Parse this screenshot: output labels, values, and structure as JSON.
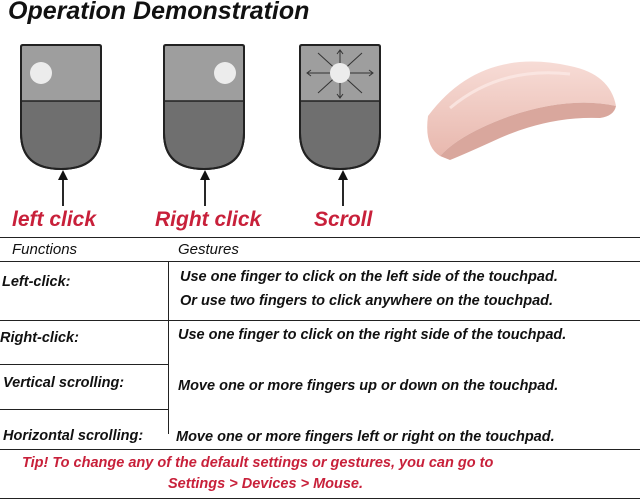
{
  "title": "Operation Demonstration",
  "demos": [
    {
      "caption": "left click"
    },
    {
      "caption": "Right click"
    },
    {
      "caption": "Scroll"
    }
  ],
  "table": {
    "headers": {
      "functions": "Functions",
      "gestures": "Gestures"
    },
    "rows": [
      {
        "function": "Left-click:",
        "gestures": [
          "Use one finger to click on the left side of the touchpad.",
          "Or use two fingers to click anywhere on the touchpad."
        ]
      },
      {
        "function": "Right-click:",
        "gestures": [
          "Use one finger to click on the right side of the touchpad."
        ]
      },
      {
        "function": "Vertical scrolling:",
        "gestures": [
          "Move one or more fingers up or down on the touchpad."
        ]
      },
      {
        "function": "Horizontal scrolling:",
        "gestures": [
          "Move one or more fingers left or right on the touchpad."
        ]
      }
    ]
  },
  "tip": {
    "line1": "Tip! To change any of the default settings or gestures, you can go to",
    "line2": "Settings > Devices > Mouse."
  },
  "colors": {
    "accent": "#c8203a",
    "pad_top": "#9e9e9e",
    "pad_bottom": "#6f6f6f",
    "mouse": "#f2cfc8"
  }
}
